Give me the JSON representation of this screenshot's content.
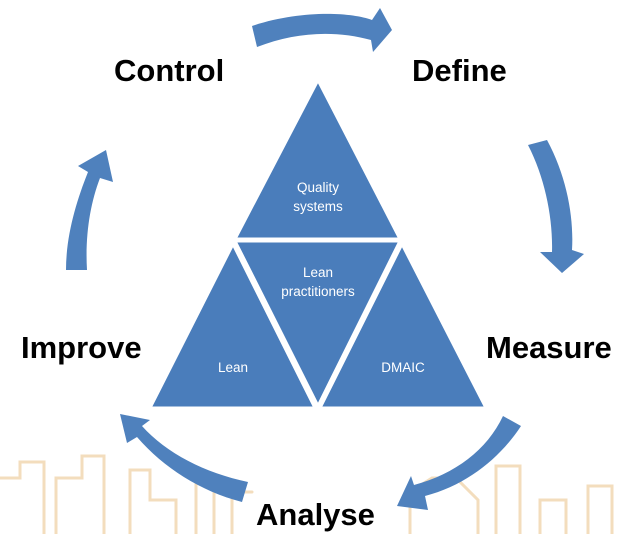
{
  "colors": {
    "arrow": "#4f81bd",
    "triangle_fill": "#4a7dbb",
    "triangle_stroke": "#ffffff",
    "label_text": "#000000",
    "inner_text": "#ffffff",
    "background_sketch": "#f3ddbd"
  },
  "cycle": {
    "control": "Control",
    "define": "Define",
    "measure": "Measure",
    "analyse": "Analyse",
    "improve": "Improve"
  },
  "triangle": {
    "top_line1": "Quality",
    "top_line2": "systems",
    "center_line1": "Lean",
    "center_line2": "practitioners",
    "left": "Lean",
    "right": "DMAIC"
  },
  "icons": {
    "arrows": "curved-cycle-arrow",
    "background": "city-skyline-sketch"
  }
}
